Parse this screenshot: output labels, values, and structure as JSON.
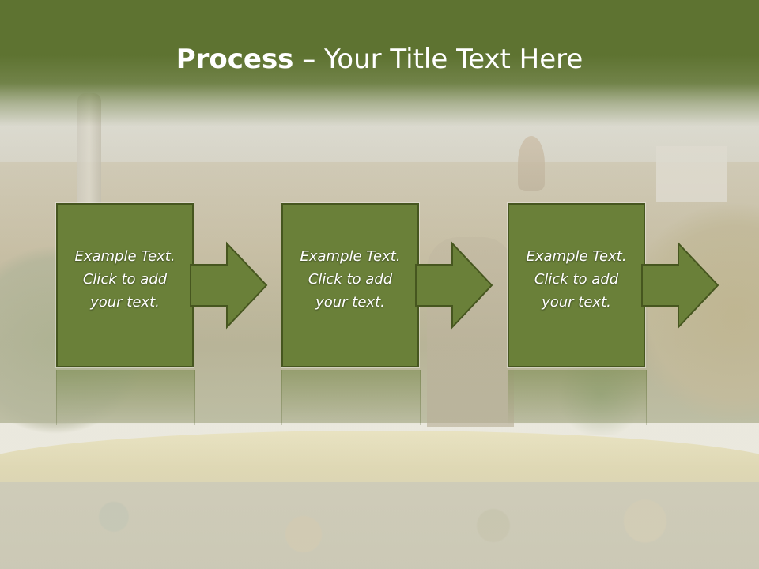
{
  "slide": {
    "title_bold": "Process",
    "title_rest": " – Your Title Text Here"
  },
  "steps": [
    {
      "line1": "Example Text.",
      "line2": "Click  to add",
      "line3": "your text."
    },
    {
      "line1": "Example Text.",
      "line2": "Click  to add",
      "line3": "your text."
    },
    {
      "line1": "Example Text.",
      "line2": "Click  to add",
      "line3": "your text."
    }
  ],
  "colors": {
    "title_band": "#5e7331",
    "box_fill": "#6a8039",
    "box_border": "#46561f",
    "text": "#ffffff"
  }
}
